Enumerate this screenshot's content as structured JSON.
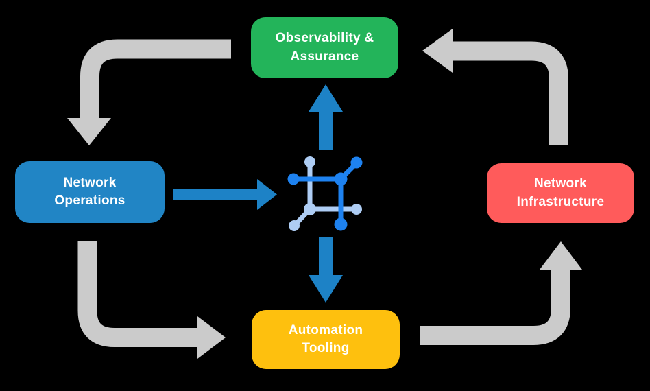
{
  "diagram": {
    "background_color": "#000000",
    "text_color": "#ffffff",
    "nodes": [
      {
        "id": "observability-assurance",
        "label": "Observability &\nAssurance",
        "color": "#23b45a"
      },
      {
        "id": "network-operations",
        "label": "Network\nOperations",
        "color": "#2185c5"
      },
      {
        "id": "network-infrastructure",
        "label": "Network\nInfrastructure",
        "color": "#ff5b5b"
      },
      {
        "id": "automation-tooling",
        "label": "Automation\nTooling",
        "color": "#fec00e"
      }
    ],
    "center_icon": {
      "name": "network-platform-icon",
      "primary_color": "#1e82f0",
      "secondary_color": "#aecdf4"
    },
    "arrows": {
      "cycle_color": "#cbcbcb",
      "hub_color": "#1d82c6",
      "cycle_flows": [
        {
          "from": "observability-assurance",
          "to": "network-operations"
        },
        {
          "from": "network-operations",
          "to": "automation-tooling"
        },
        {
          "from": "automation-tooling",
          "to": "network-infrastructure"
        },
        {
          "from": "network-infrastructure",
          "to": "observability-assurance"
        }
      ],
      "hub_flows": [
        {
          "from": "network-operations",
          "to": "network-platform-icon"
        },
        {
          "from": "network-platform-icon",
          "to": "observability-assurance"
        },
        {
          "from": "network-platform-icon",
          "to": "automation-tooling"
        }
      ]
    }
  }
}
